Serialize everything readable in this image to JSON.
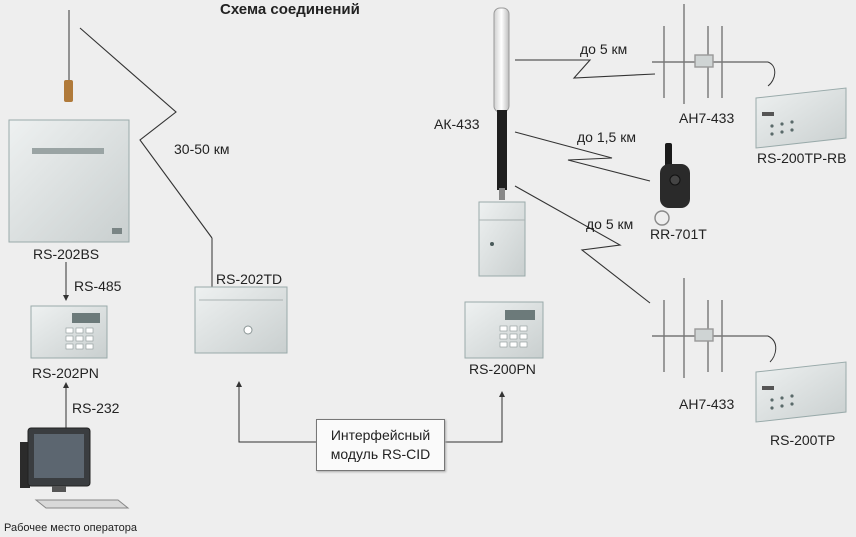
{
  "title": "Схема соединений",
  "devices": {
    "rs202bs": "RS-202BS",
    "rs202pn": "RS-202PN",
    "rs202td": "RS-202TD",
    "ak433": "АК-433",
    "rs200pn": "RS-200PN",
    "ah7433_top": "АН7-433",
    "ah7433_bottom": "АН7-433",
    "rs200tprb": "RS-200TP-RB",
    "rr701t": "RR-701T",
    "rs200tp": "RS-200TP",
    "operator": "Рабочее место оператора"
  },
  "links": {
    "rs485": "RS-485",
    "rs232": "RS-232",
    "range_30_50": "30-50 км",
    "range_5_top": "до 5 км",
    "range_1_5": "до 1,5 км",
    "range_5_bottom": "до 5 км"
  },
  "module": {
    "line1": "Интерфейсный",
    "line2": "модуль RS-CID"
  },
  "colors": {
    "background": "#eeeeee",
    "device": "#dfe3e3",
    "line": "#333333"
  }
}
